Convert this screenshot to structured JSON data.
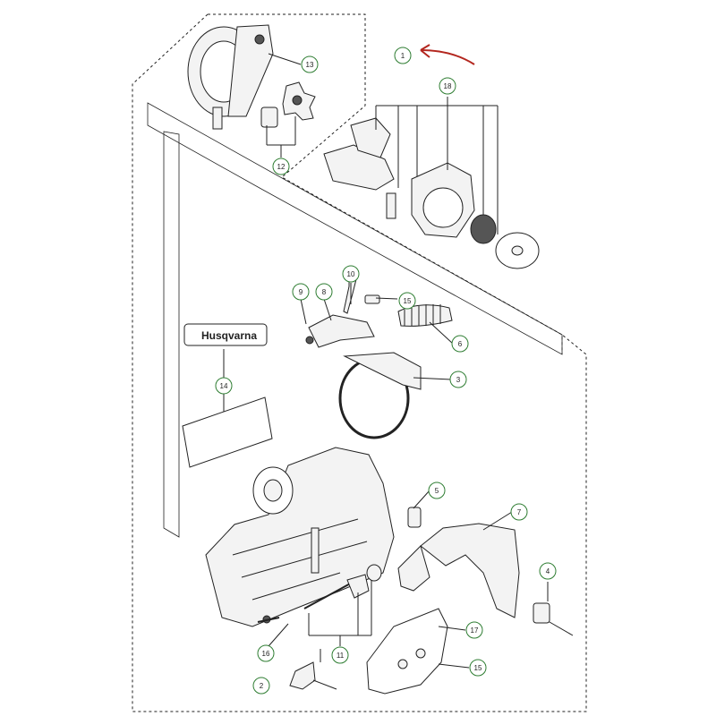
{
  "diagram": {
    "brand_logo": "Husqvarna",
    "accent_color": "#2e7d32",
    "arrow_color": "#b3261e",
    "callouts": [
      {
        "id": "c1",
        "label": "1"
      },
      {
        "id": "c2",
        "label": "2"
      },
      {
        "id": "c3",
        "label": "3"
      },
      {
        "id": "c4",
        "label": "4"
      },
      {
        "id": "c5",
        "label": "5"
      },
      {
        "id": "c6",
        "label": "6"
      },
      {
        "id": "c7",
        "label": "7"
      },
      {
        "id": "c8",
        "label": "8"
      },
      {
        "id": "c9",
        "label": "9"
      },
      {
        "id": "c10",
        "label": "10"
      },
      {
        "id": "c11",
        "label": "11"
      },
      {
        "id": "c12",
        "label": "12"
      },
      {
        "id": "c13",
        "label": "13"
      },
      {
        "id": "c14",
        "label": "14"
      },
      {
        "id": "c15a",
        "label": "15"
      },
      {
        "id": "c15b",
        "label": "15"
      },
      {
        "id": "c16",
        "label": "16"
      },
      {
        "id": "c17",
        "label": "17"
      },
      {
        "id": "c18",
        "label": "18"
      }
    ]
  }
}
